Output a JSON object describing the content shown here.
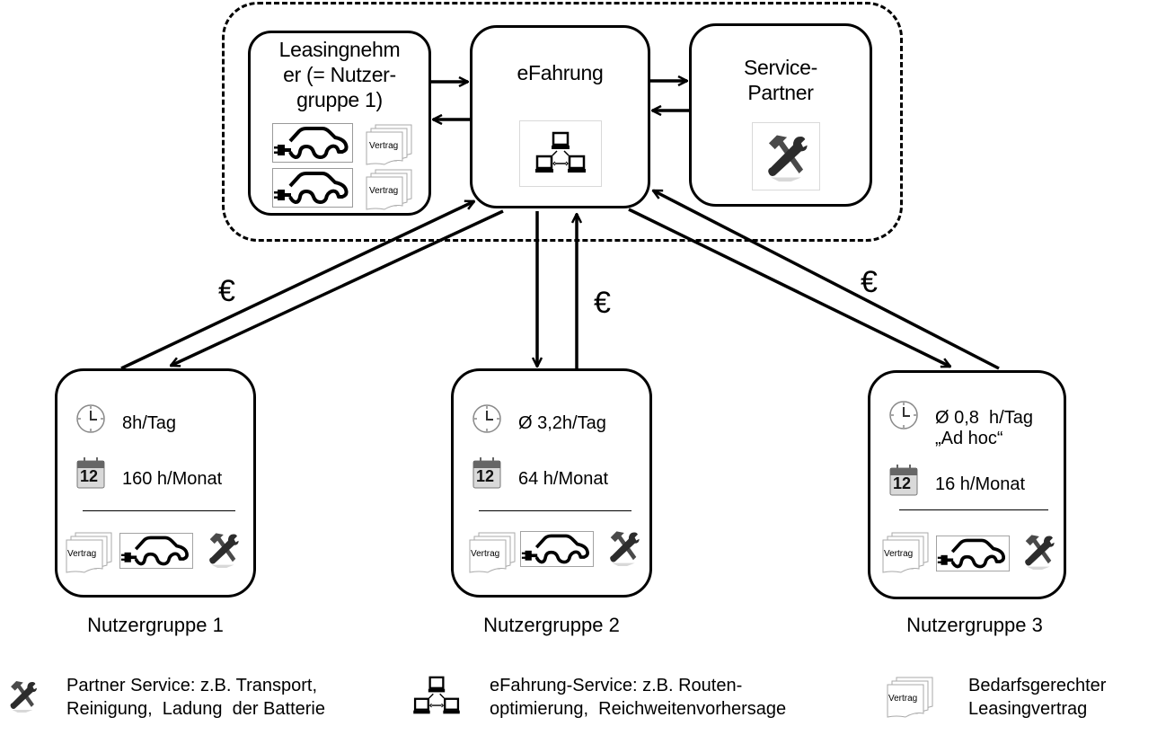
{
  "top_group": {
    "leasingnehmer": {
      "title_lines": [
        "Leasingnehm",
        "er (= Nutzer-",
        "gruppe 1)"
      ],
      "icons": [
        "electric-car-icon",
        "contract-icon",
        "electric-car-icon",
        "contract-icon"
      ],
      "contract_label": "Vertrag"
    },
    "efahrung": {
      "title": "eFahrung",
      "icon": "network-computers-icon"
    },
    "service_partner": {
      "title_lines": [
        "Service-",
        "Partner"
      ],
      "icon": "tools-icon"
    }
  },
  "flows": {
    "euro_symbol": "€"
  },
  "user_groups": [
    {
      "name": "Nutzergruppe 1",
      "daily": "8h/Tag",
      "daily_note": "",
      "monthly": "160 h/Monat",
      "calendar_day": "12",
      "contract_label": "Vertrag"
    },
    {
      "name": "Nutzergruppe 2",
      "daily": "Ø 3,2h/Tag",
      "daily_note": "",
      "monthly": "64 h/Monat",
      "calendar_day": "12",
      "contract_label": "Vertrag"
    },
    {
      "name": "Nutzergruppe 3",
      "daily": "Ø 0,8  h/Tag",
      "daily_note": "„Ad hoc“",
      "monthly": "16 h/Monat",
      "calendar_day": "12",
      "contract_label": "Vertrag"
    }
  ],
  "legend": [
    {
      "icon": "tools-icon",
      "lines": [
        "Partner Service: z.B. Transport,",
        "Reinigung,  Ladung  der Batterie"
      ]
    },
    {
      "icon": "network-computers-icon",
      "lines": [
        "eFahrung-Service: z.B. Routen-",
        "optimierung,  Reichweitenvorhersage"
      ]
    },
    {
      "icon": "contract-icon",
      "lines": [
        "Bedarfsgerechter",
        "Leasingvertrag"
      ],
      "contract_label": "Vertrag"
    }
  ]
}
